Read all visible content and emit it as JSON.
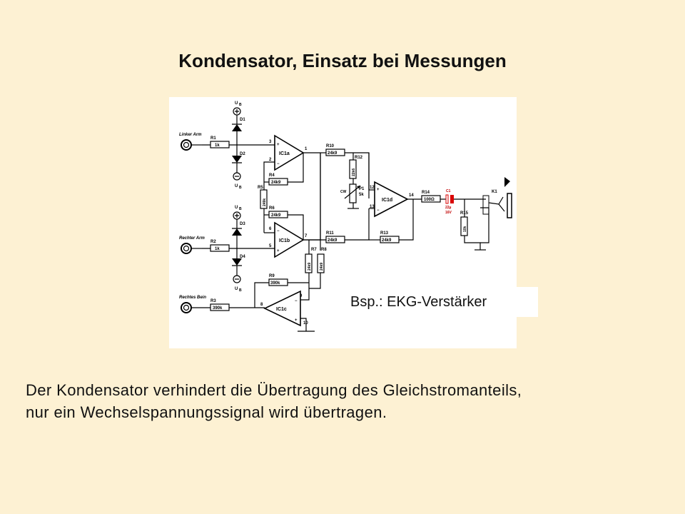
{
  "title": "Kondensator, Einsatz bei Messungen",
  "example_label": "Bsp.: EKG-Verstärker",
  "body_text": [
    "Der Kondensator verhindert die Übertragung des Gleichstromanteils,",
    "nur ein Wechselspannungssignal wird übertragen."
  ],
  "schematic": {
    "inputs": [
      "Linker Arm",
      "Rechter Arm",
      "Rechtes Bein"
    ],
    "supply_label": "U",
    "supply_subscript": "B",
    "opamps": [
      "IC1a",
      "IC1b",
      "IC1c",
      "IC1d"
    ],
    "resistors": {
      "R1": "1k",
      "R2": "1k",
      "R3": "390k",
      "R4": "24k9",
      "R5": "249k",
      "R6": "24k9",
      "R7": "24k9",
      "R8": "24k9",
      "R9": "390k",
      "R10": "24k9",
      "R11": "24k9",
      "R12": "22k6",
      "R13": "24k9",
      "R14": "100Ω",
      "R15": "10k"
    },
    "diodes": [
      "D1",
      "D2",
      "D3",
      "D4"
    ],
    "pot": {
      "name": "P1",
      "value": "5k",
      "direction": "CW"
    },
    "capacitor": {
      "name": "C1",
      "value": "22µ",
      "voltage": "16V"
    },
    "connector": "K1",
    "pins": [
      "1",
      "2",
      "3",
      "5",
      "6",
      "7",
      "8",
      "9",
      "10",
      "12",
      "13",
      "14"
    ],
    "colors": {
      "capacitor": "#d90000",
      "background": "#FDF1D3"
    }
  }
}
